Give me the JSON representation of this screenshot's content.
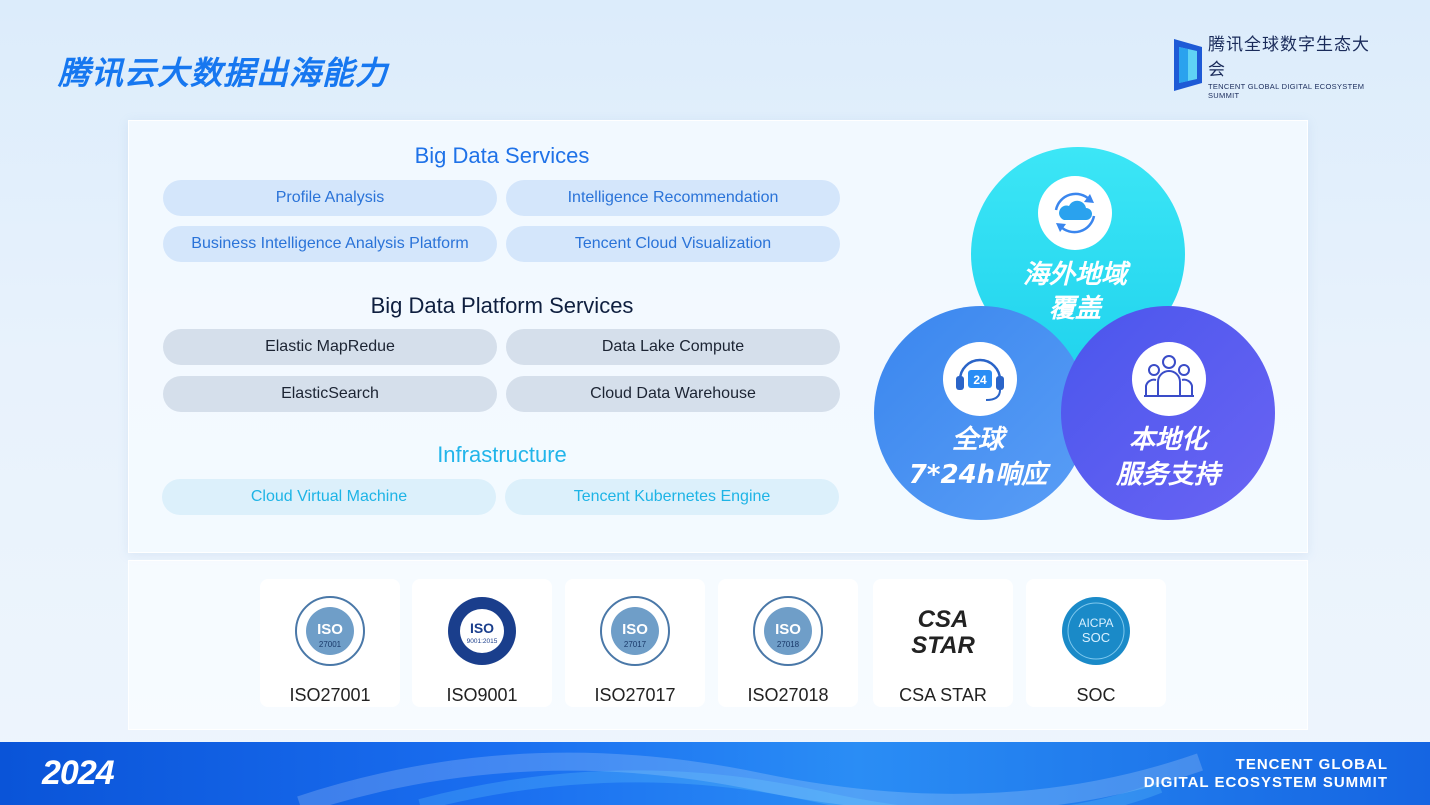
{
  "header": {
    "title": "腾讯云大数据出海能力",
    "logo_cn": "腾讯全球数字生态大会",
    "logo_en": "TENCENT GLOBAL DIGITAL ECOSYSTEM SUMMIT"
  },
  "services": {
    "big_data": {
      "title": "Big Data Services",
      "items": [
        "Profile Analysis",
        "Intelligence Recommendation",
        "Business Intelligence Analysis Platform",
        "Tencent Cloud Visualization"
      ]
    },
    "platform": {
      "title": "Big Data Platform Services",
      "items": [
        "Elastic MapRedue",
        "Data Lake Compute",
        "ElasticSearch",
        "Cloud Data Warehouse"
      ]
    },
    "infra": {
      "title": "Infrastructure",
      "items": [
        "Cloud Virtual Machine",
        "Tencent Kubernetes Engine"
      ]
    }
  },
  "venn": {
    "top": {
      "line1": "海外地域",
      "line2": "覆盖",
      "color": "#34e0f4"
    },
    "left": {
      "line1": "全球",
      "line2": "7*24h响应",
      "icon_text": "24",
      "color": "#4a8ff0"
    },
    "right": {
      "line1": "本地化",
      "line2": "服务支持",
      "color": "#5a5ef0"
    }
  },
  "certs": [
    {
      "label": "ISO27001",
      "badge_main": "ISO",
      "badge_sub": "27001"
    },
    {
      "label": "ISO9001",
      "badge_main": "ISO",
      "badge_sub": "9001:2015"
    },
    {
      "label": "ISO27017",
      "badge_main": "ISO",
      "badge_sub": "27017"
    },
    {
      "label": "ISO27018",
      "badge_main": "ISO",
      "badge_sub": "27018"
    },
    {
      "label": "CSA STAR",
      "badge_main": "CSA",
      "badge_sub": "STAR"
    },
    {
      "label": "SOC",
      "badge_main": "AICPA",
      "badge_sub": "SOC"
    }
  ],
  "footer": {
    "year": "2024",
    "line1": "TENCENT GLOBAL",
    "line2": "DIGITAL ECOSYSTEM SUMMIT"
  }
}
